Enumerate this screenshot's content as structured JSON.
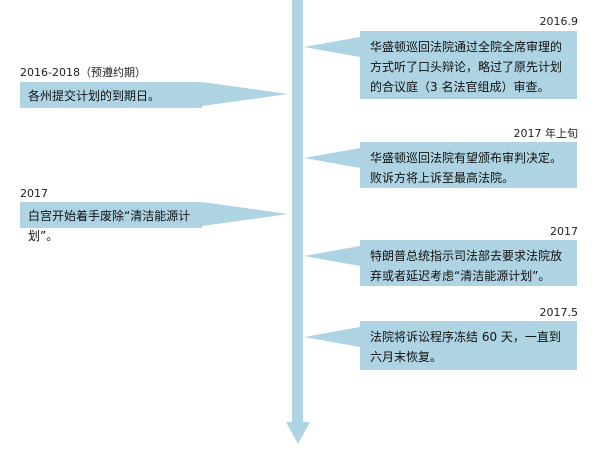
{
  "timeline": {
    "right_events": [
      {
        "date": "2016.9",
        "text": "华盛顿巡回法院通过全院全席审理的方式听了口头辩论，略过了原先计划的合议庭（3 名法官组成）审查。"
      },
      {
        "date": "2017 年上旬",
        "text": "华盛顿巡回法院有望颁布审判决定。败诉方将上诉至最高法院。"
      },
      {
        "date": "2017",
        "text": "特朗普总统指示司法部去要求法院放弃或者延迟考虑“清洁能源计划”。"
      },
      {
        "date": "2017.5",
        "text": "法院将诉讼程序冻结 60 天，一直到六月末恢复。"
      }
    ],
    "left_events": [
      {
        "date": "2016-2018（预遵约期）",
        "text": "各州提交计划的到期日。"
      },
      {
        "date": "2017",
        "text": "白宫开始着手废除“清洁能源计划”。"
      }
    ],
    "color": "#aed3e2"
  }
}
